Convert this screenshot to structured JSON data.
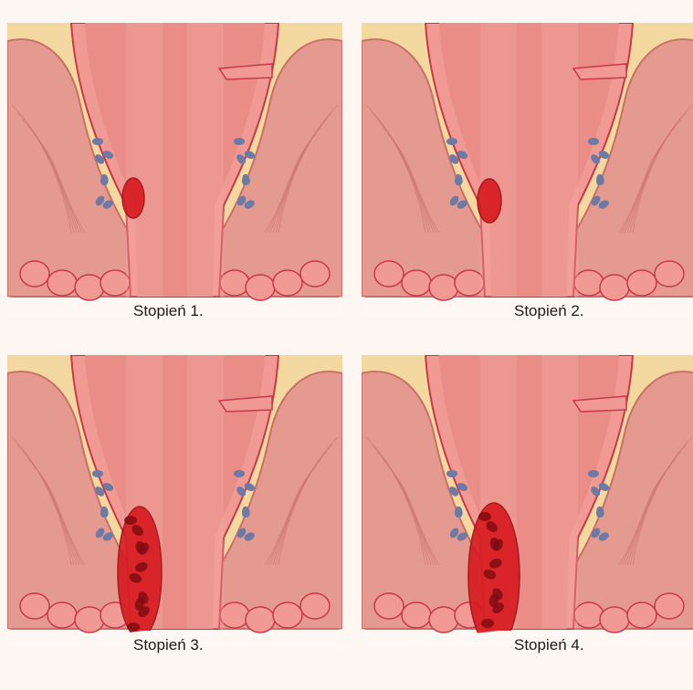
{
  "panels": [
    {
      "caption": "Stopień 1.",
      "grade": 1,
      "icon": "internal-hemorrhoid-illustration"
    },
    {
      "caption": "Stopień 2.",
      "grade": 2,
      "icon": "internal-hemorrhoid-illustration"
    },
    {
      "caption": "Stopień 3.",
      "grade": 3,
      "icon": "prolapsed-hemorrhoid-illustration"
    },
    {
      "caption": "Stopień 4.",
      "grade": 4,
      "icon": "prolapsed-hemorrhoid-illustration"
    }
  ],
  "colors": {
    "background": "#fdf8f4",
    "fat": "#f3d9a0",
    "muscle": "#e59a8f",
    "muscle_dark": "#c96f68",
    "wall": "#f09a93",
    "canal": "#e98d86",
    "outline": "#c8384a",
    "vein": "#6d7aa5",
    "hemorrhoid": "#d7191f",
    "hemorrhoid_dark": "#7a0b10"
  }
}
